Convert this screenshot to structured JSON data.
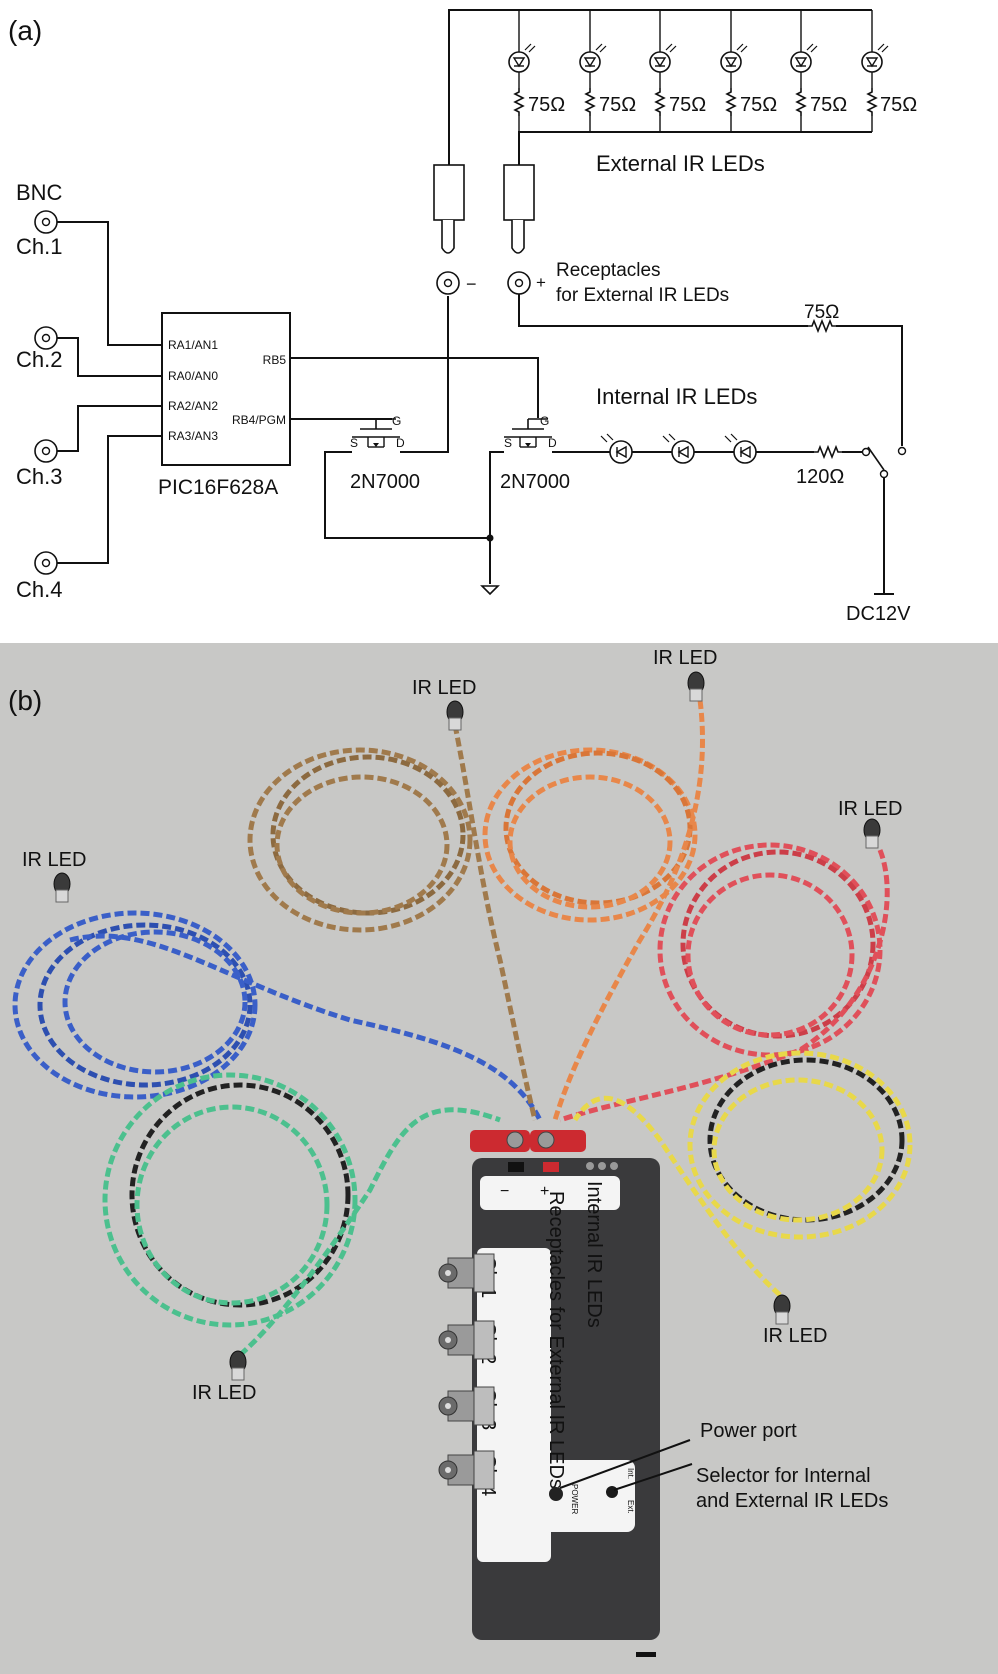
{
  "panel_a": {
    "label": "(a)",
    "bnc": "BNC",
    "channels": [
      "Ch.1",
      "Ch.2",
      "Ch.3",
      "Ch.4"
    ],
    "mcu": {
      "name": "PIC16F628A",
      "pins_left": [
        "RA1/AN1",
        "RA0/AN0",
        "RA2/AN2",
        "RA3/AN3"
      ],
      "pins_right": [
        "RB5",
        "RB4/PGM"
      ]
    },
    "external_resistors": [
      "75Ω",
      "75Ω",
      "75Ω",
      "75Ω",
      "75Ω",
      "75Ω"
    ],
    "external_title": "External IR LEDs",
    "minus": "−",
    "plus": "+",
    "receptacles_line1": "Receptacles",
    "receptacles_line2": "for External IR LEDs",
    "r_supply": "75Ω",
    "internal_title": "Internal IR LEDs",
    "transistor": "2N7000",
    "pin_s": "S",
    "pin_d": "D",
    "pin_g": "G",
    "r_internal": "120Ω",
    "supply": "DC12V"
  },
  "panel_b": {
    "label": "(b)",
    "ir_led": "IR LED",
    "box_minus": "−",
    "box_plus": "+",
    "internal": "Internal IR LEDs",
    "receptacles": "Receptacles for External IR LEDs",
    "channels": [
      "Ch.1",
      "Ch.2",
      "Ch.3",
      "Ch.4"
    ],
    "power_port": "Power port",
    "selector_line1": "Selector for Internal",
    "selector_line2": "and External IR LEDs",
    "power_small": "POWER",
    "int_small": "Int.",
    "ext_small": "Ext."
  },
  "colors": {
    "photo_bg": "#c8c8c6",
    "box": "#3a3a3c",
    "blue": "#3a5fc8",
    "brown": "#a07a4c",
    "orange": "#e8874a",
    "red": "#e0505a",
    "yellow": "#e8d84a",
    "green": "#4cc08e"
  }
}
